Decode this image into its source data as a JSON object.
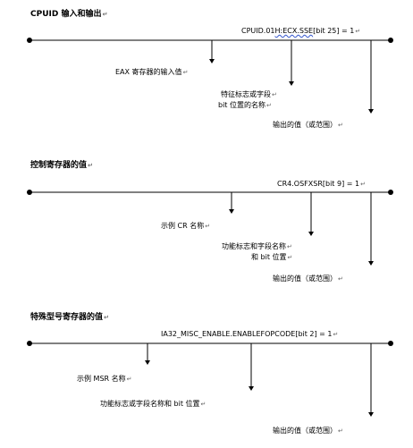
{
  "sections": [
    {
      "title": "CPUID 输入和输出",
      "encoding": "CPUID.01H:ECX.SSE[bit 25] = 1",
      "encoding_parts": [
        "CPUID.01",
        "H:ECX.SSE",
        "[bit 25] = 1"
      ],
      "labels": [
        "EAX 寄存器的输入值",
        "特征标志或字段",
        "bit 位置的名称",
        "输出的值（或范围）"
      ]
    },
    {
      "title": "控制寄存器的值",
      "encoding": "CR4.OSFXSR[bit 9] = 1",
      "labels": [
        "示例 CR 名称",
        "功能标志和字段名称",
        "和 bit 位置",
        "输出的值（或范围）"
      ]
    },
    {
      "title": "特殊型号寄存器的值",
      "encoding": "IA32_MISC_ENABLE.ENABLEFOPCODE[bit 2] = 1",
      "labels": [
        "示例 MSR 名称",
        "功能标志或字段名称和 bit 位置",
        "输出的值（或范围）"
      ]
    }
  ],
  "paragraph_mark": "↵"
}
